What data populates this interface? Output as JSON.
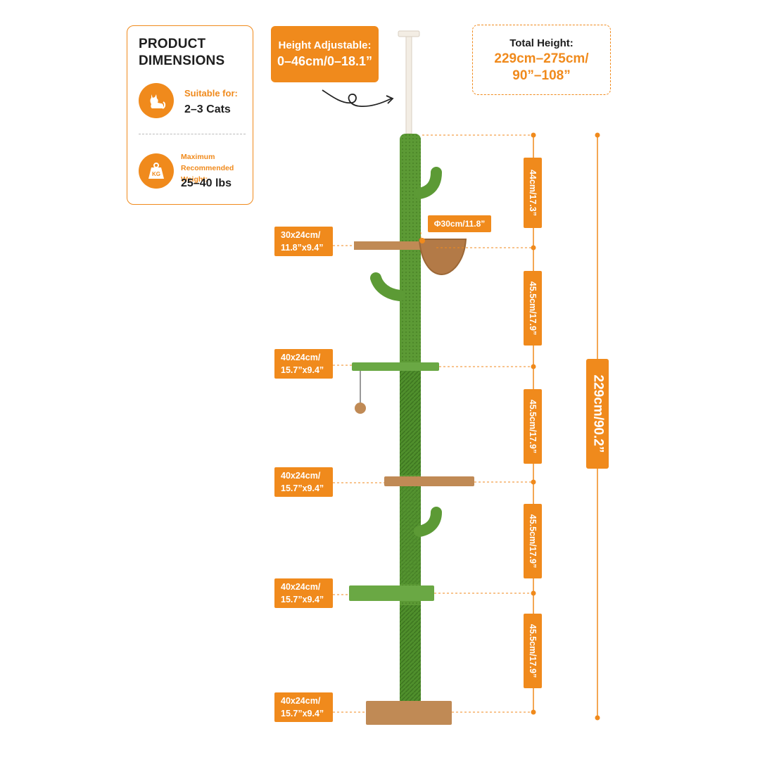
{
  "info_card": {
    "title_line1": "PRODUCT",
    "title_line2": "DIMENSIONS",
    "suitable_label": "Suitable for:",
    "suitable_value": "2–3 Cats",
    "weight_label_line1": "Maximum",
    "weight_label_line2": "Recommended Weight:",
    "weight_value": "25–40 lbs",
    "kg_icon_text": "KG"
  },
  "height_adjustable": {
    "line1": "Height Adjustable:",
    "line2": "0–46cm/0–18.1”"
  },
  "total_height": {
    "line1": "Total Height:",
    "line2": "229cm–275cm/",
    "line3": "90”–108”"
  },
  "bowl_diameter": "Φ30cm/11.8”",
  "platforms": [
    {
      "line1": "30x24cm/",
      "line2": "11.8”x9.4”"
    },
    {
      "line1": "40x24cm/",
      "line2": "15.7”x9.4”"
    },
    {
      "line1": "40x24cm/",
      "line2": "15.7”x9.4”"
    },
    {
      "line1": "40x24cm/",
      "line2": "15.7”x9.4”"
    },
    {
      "line1": "40x24cm/",
      "line2": "15.7”x9.4”"
    }
  ],
  "segments": [
    "44cm/17.3”",
    "45.5cm/17.9”",
    "45.5cm/17.9”",
    "45.5cm/17.9”",
    "45.5cm/17.9”"
  ],
  "overall_height": "229cm/90.2”",
  "icons": {
    "cat": "cat-icon",
    "weight": "weight-icon",
    "arrow": "curly-arrow-icon"
  },
  "colors": {
    "accent": "#f08a1c",
    "post_green": "#4f8f2c",
    "platform_tan": "#c08a55",
    "platform_green": "#6aa844",
    "cap_cream": "#f3ede4"
  }
}
